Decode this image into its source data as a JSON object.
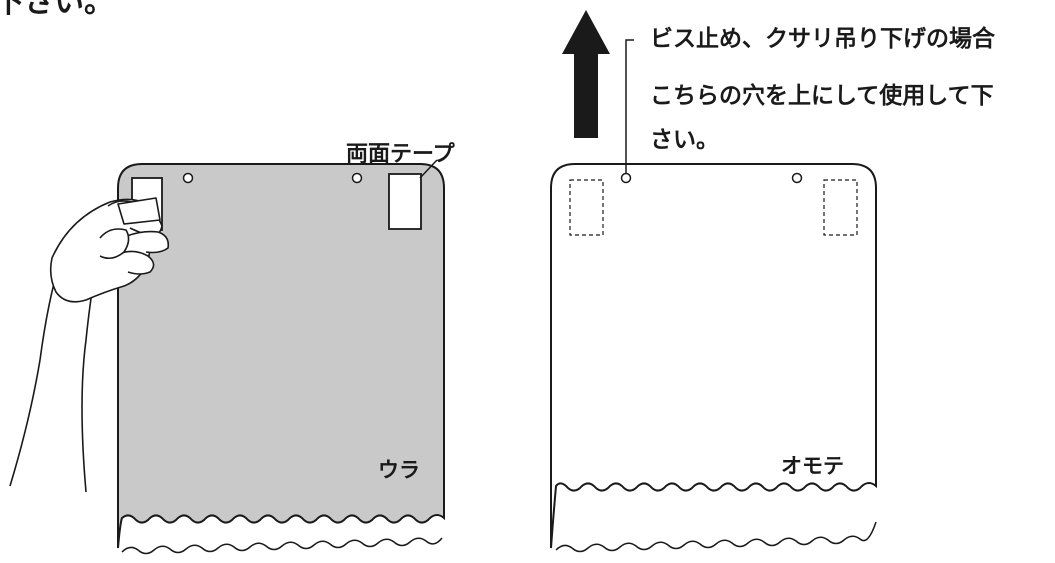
{
  "header": {
    "fragment": "下さい。"
  },
  "left_panel": {
    "callout": "両面テープ",
    "side_label": "ウラ",
    "panel_fill": "#c9c9c9"
  },
  "right_panel": {
    "side_label": "オモテ",
    "instruction_lines": [
      "ビス止め、クサリ吊り下げの場合",
      "こちらの穴を上にして使用して下",
      "さい。"
    ],
    "arrow": "up-arrow-icon"
  },
  "colors": {
    "ink": "#1a1a1a",
    "background": "#ffffff"
  }
}
